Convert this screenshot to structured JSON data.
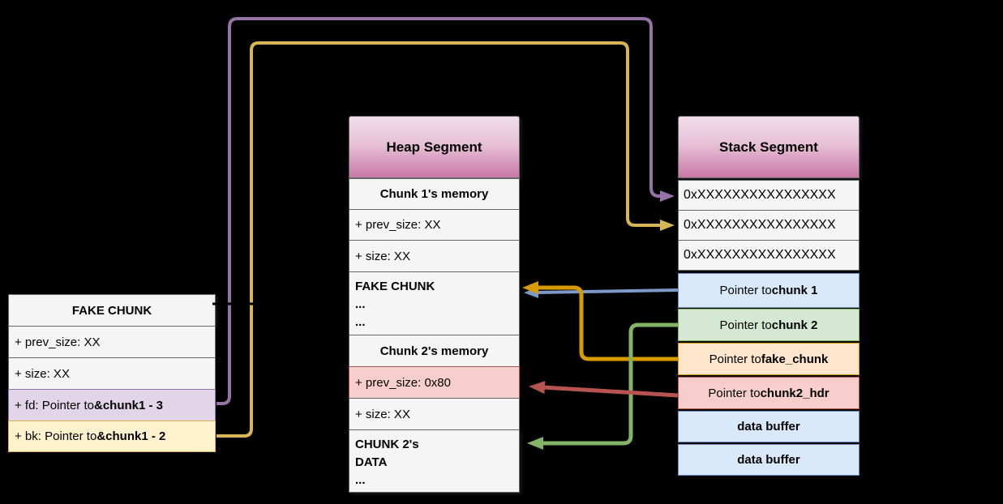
{
  "fake_chunk_table": {
    "header": "FAKE CHUNK",
    "rows": [
      {
        "text": "+ prev_size: XX"
      },
      {
        "text": "+ size: XX"
      },
      {
        "prefix": "+ fd: Pointer to ",
        "bold": "&chunk1 - 3"
      },
      {
        "prefix": "+ bk: Pointer to ",
        "bold": "&chunk1 - 2"
      }
    ]
  },
  "heap": {
    "title": "Heap Segment",
    "rows": [
      {
        "text": "Chunk 1's memory"
      },
      {
        "text": "+ prev_size: XX"
      },
      {
        "text": "+ size: XX"
      },
      {
        "lines": [
          "FAKE CHUNK",
          "...",
          "..."
        ]
      },
      {
        "text": "Chunk 2's memory"
      },
      {
        "text": "+ prev_size: 0x80"
      },
      {
        "text": "+ size: XX"
      },
      {
        "lines": [
          "CHUNK 2's",
          "DATA",
          "..."
        ]
      }
    ]
  },
  "stack": {
    "title": "Stack Segment",
    "rows": [
      {
        "text": "0xXXXXXXXXXXXXXXXX"
      },
      {
        "text": "0xXXXXXXXXXXXXXXXX"
      },
      {
        "text": "0xXXXXXXXXXXXXXXXX"
      },
      {
        "prefix": "Pointer to ",
        "bold": "chunk 1"
      },
      {
        "prefix": "Pointer to ",
        "bold": "chunk 2"
      },
      {
        "prefix": "Pointer to ",
        "bold": "fake_chunk"
      },
      {
        "prefix": "Pointer to ",
        "bold": "chunk2_hdr"
      },
      {
        "text": "data buffer"
      },
      {
        "text": "data buffer"
      }
    ]
  },
  "colors": {
    "background": "#000000",
    "gray_fill": "#f5f5f5",
    "gray_stroke": "#666666",
    "purple_fill": "#e1d5e7",
    "purple_stroke": "#9673a6",
    "yellow_fill": "#fff2cc",
    "yellow_stroke": "#d6b656",
    "blue_fill": "#dae8fc",
    "blue_stroke": "#6c8ebf",
    "green_fill": "#d5e8d4",
    "green_stroke": "#82b366",
    "orange_fill": "#ffe6cc",
    "orange_stroke": "#d79b00",
    "red_fill": "#f8cecc",
    "red_stroke": "#b85450",
    "header_gradient_top": "#f1dde9",
    "header_gradient_bottom": "#c978a6"
  }
}
